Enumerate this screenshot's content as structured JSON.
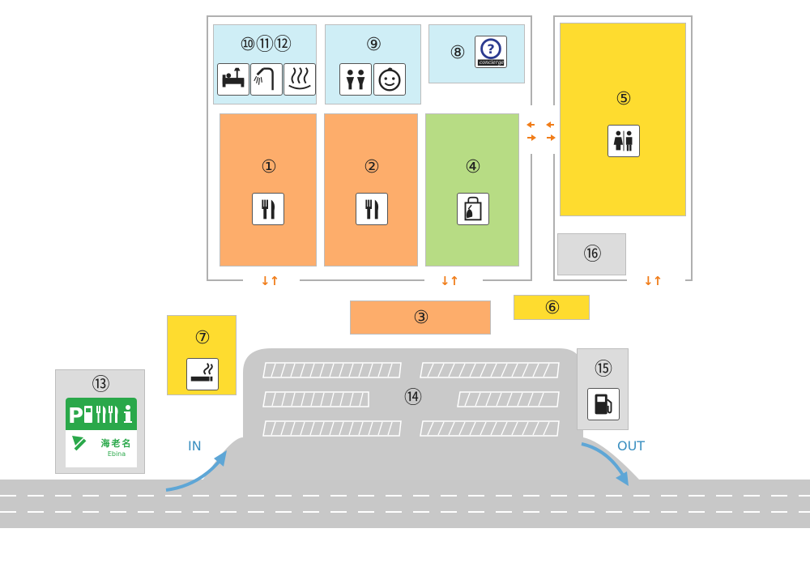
{
  "facilities": [
    {
      "id": "f1",
      "label": "①",
      "icon": "restaurant-icon"
    },
    {
      "id": "f2",
      "label": "②",
      "icon": "restaurant-icon"
    },
    {
      "id": "f3",
      "label": "③"
    },
    {
      "id": "f4",
      "label": "④",
      "icon": "shopping-bag-icon"
    },
    {
      "id": "f5",
      "label": "⑤",
      "icon": "restroom-icon"
    },
    {
      "id": "f6",
      "label": "⑥"
    },
    {
      "id": "f7",
      "label": "⑦",
      "icon": "smoking-icon"
    },
    {
      "id": "f8",
      "label": "⑧",
      "icon": "concierge-icon"
    },
    {
      "id": "f9",
      "label": "⑨",
      "icon": "kids-icon"
    },
    {
      "id": "f10",
      "label": "⑩⑪⑫",
      "icon": "rest-shower-bath-icon"
    },
    {
      "id": "f13",
      "label": "⑬",
      "icon": "highway-sign-icon"
    },
    {
      "id": "f14",
      "label": "⑭"
    },
    {
      "id": "f15",
      "label": "⑮",
      "icon": "fuel-icon"
    },
    {
      "id": "f16",
      "label": "⑯"
    }
  ],
  "concierge_text": "concierge",
  "sign": {
    "symbols": "P",
    "name": "海老名",
    "romaji": "Ebina"
  },
  "road": {
    "in_label": "IN",
    "out_label": "OUT"
  },
  "entrance_arrows": "↓↑",
  "colors": {
    "restaurant": "#fdad6b",
    "shop": "#b7dc84",
    "restroom": "#fedc2f",
    "service": "#cfeef6",
    "parking": "#c9c9c9",
    "road": "#c8c8c8",
    "sign_green": "#2aa84a",
    "accent_orange": "#f07d1a",
    "flow_blue": "#5ea6d6"
  }
}
